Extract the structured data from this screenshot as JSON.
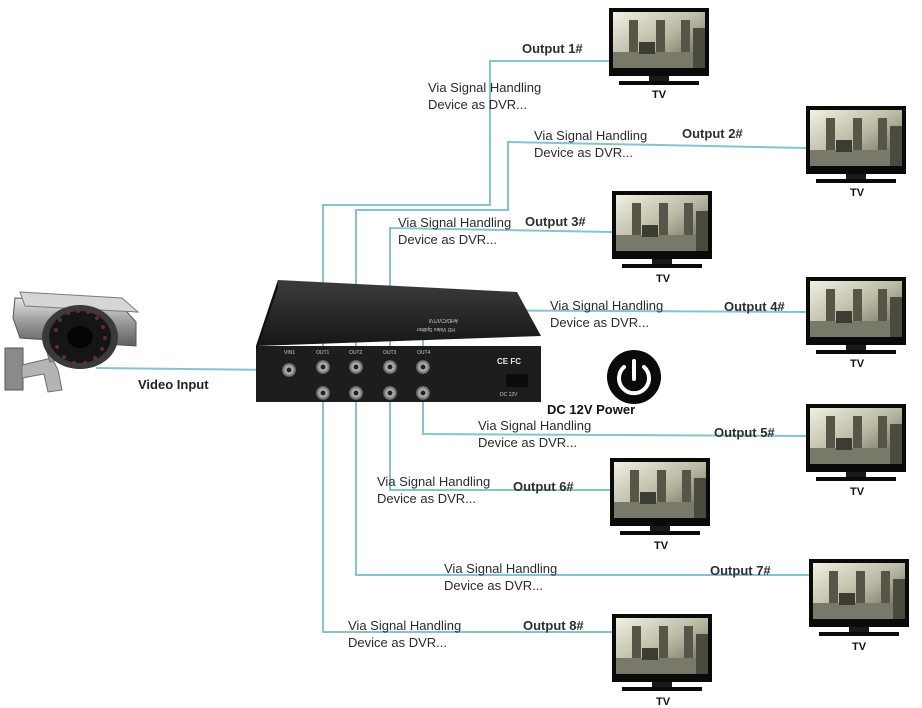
{
  "camera": {
    "label": "Video Input",
    "icon": "cctv-camera-icon"
  },
  "splitter": {
    "device_text": "HD Video Splitter",
    "device_subtext": "AHD/CVI/TVI",
    "ports": [
      "VIN1",
      "OUT1",
      "OUT2",
      "OUT3",
      "OUT4"
    ],
    "cert_marks": "CE FC",
    "dc_label": "DC 12V"
  },
  "power": {
    "label": "DC 12V Power",
    "icon": "power-icon"
  },
  "tv_label": "TV",
  "via_line1": "Via Signal Handling",
  "via_line2": "Device as DVR...",
  "outputs": [
    {
      "label": "Output 1#"
    },
    {
      "label": "Output 2#"
    },
    {
      "label": "Output 3#"
    },
    {
      "label": "Output 4#"
    },
    {
      "label": "Output 5#"
    },
    {
      "label": "Output 6#"
    },
    {
      "label": "Output 7#"
    },
    {
      "label": "Output 8#"
    }
  ],
  "colors": {
    "cable": "#86c4cc",
    "device": "#1d1d1d",
    "tv_frame": "#0a0a0a"
  }
}
